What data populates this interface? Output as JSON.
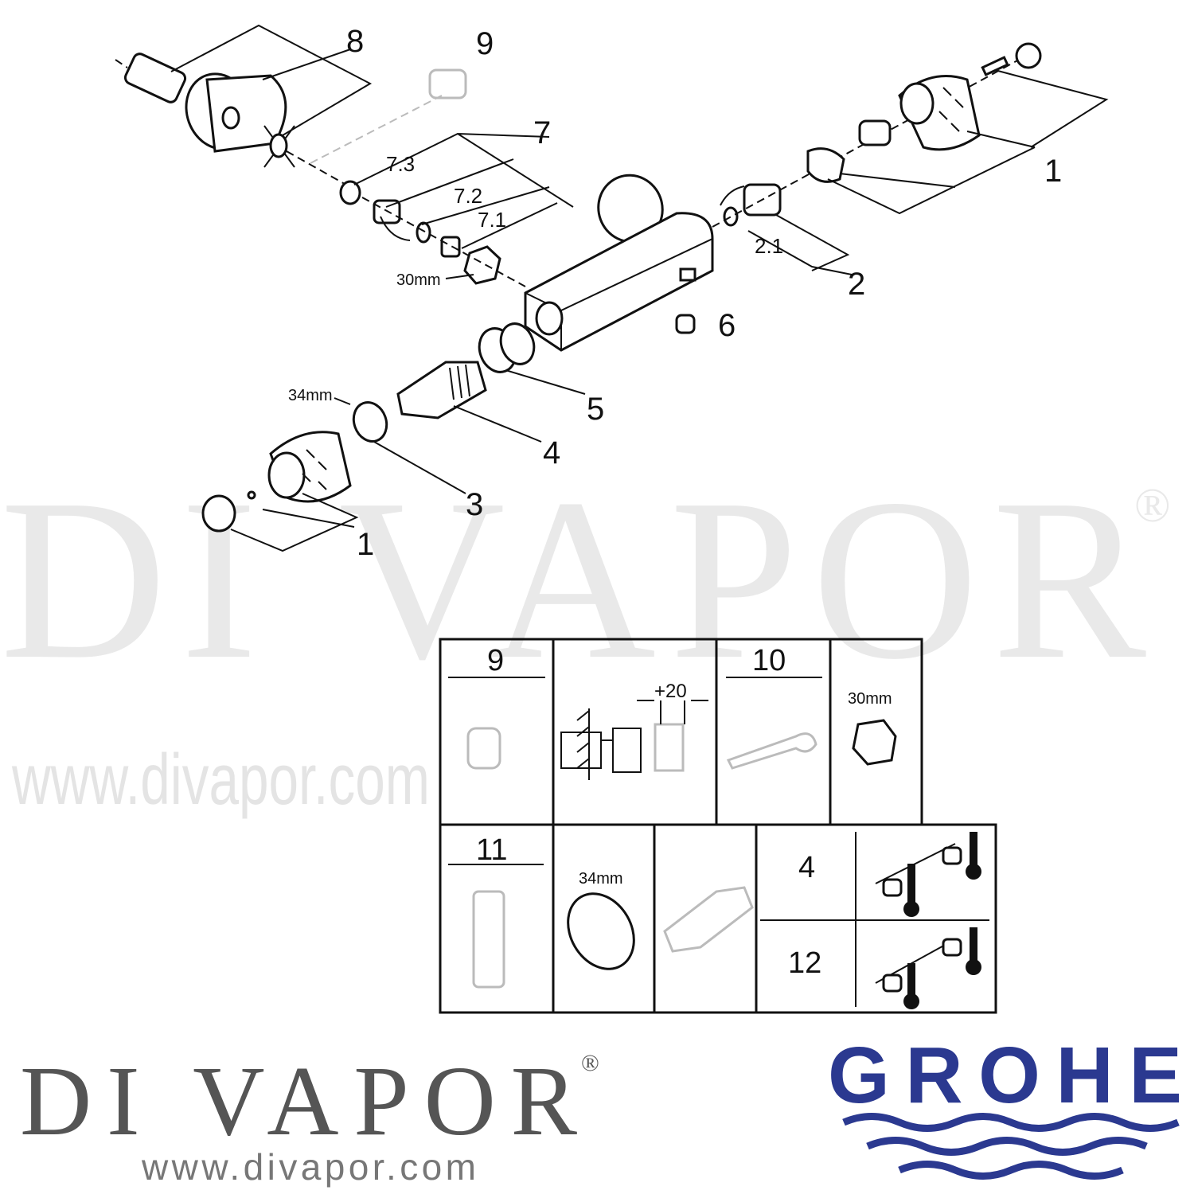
{
  "watermark": {
    "brand": "DI VAPOR",
    "registered": "®",
    "url": "www.divapor.com"
  },
  "callouts": {
    "c8": "8",
    "c9": "9",
    "c7": "7",
    "c7_3": "7.3",
    "c7_2": "7.2",
    "c7_1": "7.1",
    "nut30": "30mm",
    "c1_right": "1",
    "c2_1": "2.1",
    "c2": "2",
    "c6": "6",
    "c5": "5",
    "c4": "4",
    "ring34": "34mm",
    "c3": "3",
    "c1_left": "1"
  },
  "accessory_table": {
    "row1": {
      "c9": "9",
      "offset": "+20",
      "c10": "10",
      "nut": "30mm"
    },
    "row2": {
      "c11": "11",
      "ring": "34mm",
      "c4": "4",
      "c12": "12"
    }
  },
  "footer": {
    "divapor_brand": "DI VAPOR",
    "divapor_registered": "®",
    "divapor_url": "www.divapor.com",
    "grohe_brand": "GROHE"
  },
  "colors": {
    "grohe_blue": "#2b3990",
    "watermark": "#e9e9e9",
    "footer_grey": "#555555"
  }
}
